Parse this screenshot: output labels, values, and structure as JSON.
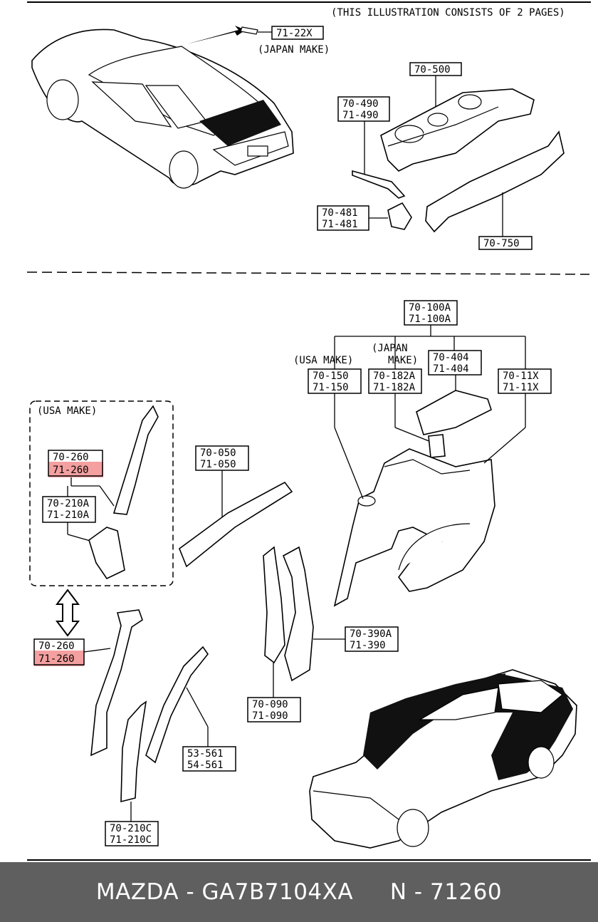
{
  "header_note": "(THIS ILLUSTRATION CONSISTS OF  2 PAGES)",
  "japan_make_label": "(JAPAN MAKE)",
  "usa_make_label": "(USA MAKE)",
  "japan_make_label_2": "(JAPAN",
  "japan_make_label_2b": "MAKE)",
  "usa_make_box_label": "(USA MAKE)",
  "callouts": {
    "c71_22x": "71-22X",
    "c70_500": "70-500",
    "c70_490": "70-490",
    "c71_490": "71-490",
    "c70_481": "70-481",
    "c71_481": "71-481",
    "c70_750": "70-750",
    "c70_100a": "70-100A",
    "c71_100a": "71-100A",
    "c70_150": "70-150",
    "c71_150": "71-150",
    "c70_182a": "70-182A",
    "c71_182a": "71-182A",
    "c70_404": "70-404",
    "c71_404": "71-404",
    "c70_11x": "70-11X",
    "c71_11x": "71-11X",
    "c70_260_a": "70-260",
    "c71_260_a": "71-260",
    "c70_210a": "70-210A",
    "c71_210a": "71-210A",
    "c70_050": "70-050",
    "c71_050": "71-050",
    "c70_390a": "70-390A",
    "c71_390": "71-390",
    "c70_090": "70-090",
    "c71_090": "71-090",
    "c70_260_b": "70-260",
    "c71_260_b": "71-260",
    "c53_561": "53-561",
    "c54_561": "54-561",
    "c70_210c": "70-210C",
    "c71_210c": "71-210C"
  },
  "highlight_color": "#f08080",
  "footer": {
    "brand": "MAZDA",
    "part_number": "GA7B7104XA",
    "ref": "N - 71260"
  }
}
